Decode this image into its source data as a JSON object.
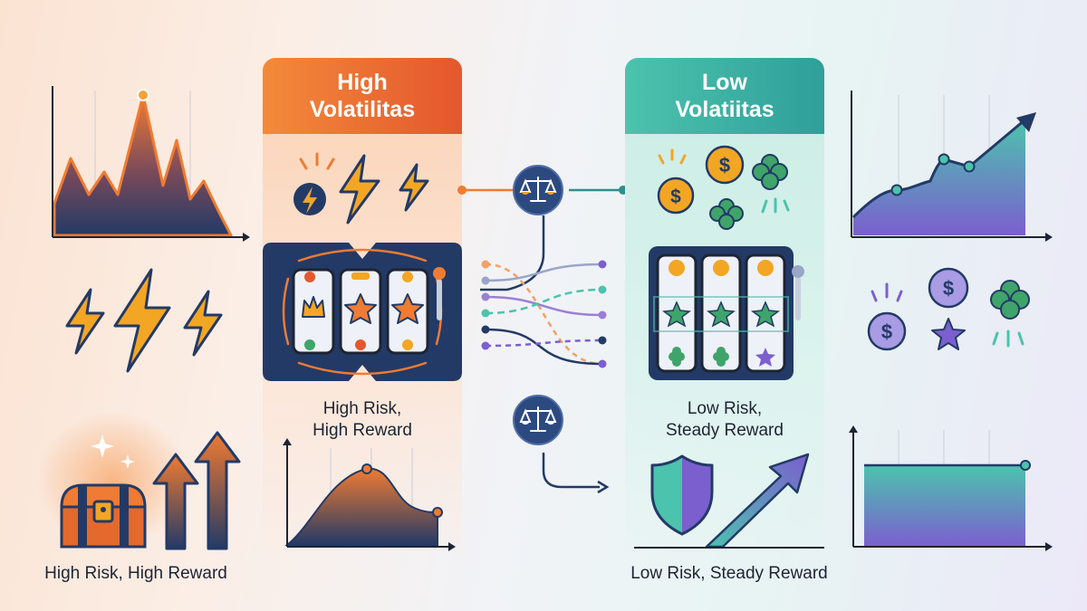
{
  "high_panel": {
    "title_line1": "High",
    "title_line2": "Volatilitas",
    "caption_line1": "High Risk,",
    "caption_line2": "High Reward"
  },
  "low_panel": {
    "title_line1": "Low",
    "title_line2": "Volatiitas",
    "caption_line1": "Low Risk,",
    "caption_line2": "Steady Reward"
  },
  "left_caption": "High Risk, High Reward",
  "right_caption": "Low Risk, Steady Reward",
  "colors": {
    "orange": "#f07b32",
    "orange_deep": "#e4572e",
    "navy": "#233a66",
    "teal": "#4cc3ad",
    "purple": "#7b5fcf",
    "gold": "#f3a624",
    "clover": "#3fa46a"
  },
  "icons": [
    "lightning-icon",
    "balance-scale-icon",
    "slot-machine-icon",
    "coin-dollar-icon",
    "clover-icon",
    "star-icon",
    "treasure-chest-icon",
    "shield-icon",
    "arrow-up-icon",
    "sparkle-icon"
  ]
}
